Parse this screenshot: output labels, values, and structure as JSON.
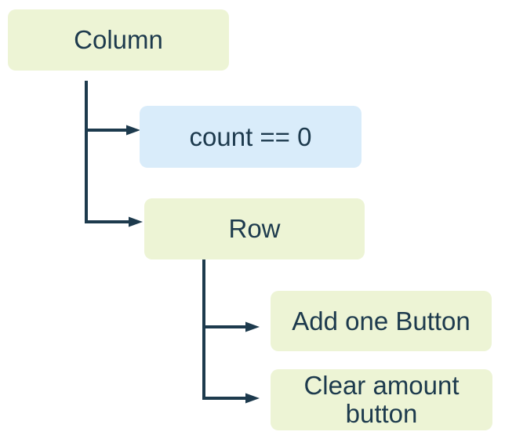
{
  "diagram": {
    "type": "widget-tree",
    "colors": {
      "background": "#ffffff",
      "node_green_fill": "#edf4d5",
      "node_blue_fill": "#d9ecfa",
      "connector": "#1d3a4d",
      "text": "#1d3a4d"
    },
    "nodes": {
      "column": {
        "label": "Column",
        "fill": "green"
      },
      "condition": {
        "label": "count == 0",
        "fill": "blue"
      },
      "row": {
        "label": "Row",
        "fill": "green"
      },
      "add_one": {
        "label": "Add one Button",
        "fill": "green"
      },
      "clear_amount": {
        "label": "Clear amount button",
        "fill": "green"
      }
    },
    "edges": [
      {
        "from": "column",
        "to": "condition"
      },
      {
        "from": "column",
        "to": "row"
      },
      {
        "from": "row",
        "to": "add_one"
      },
      {
        "from": "row",
        "to": "clear_amount"
      }
    ]
  }
}
